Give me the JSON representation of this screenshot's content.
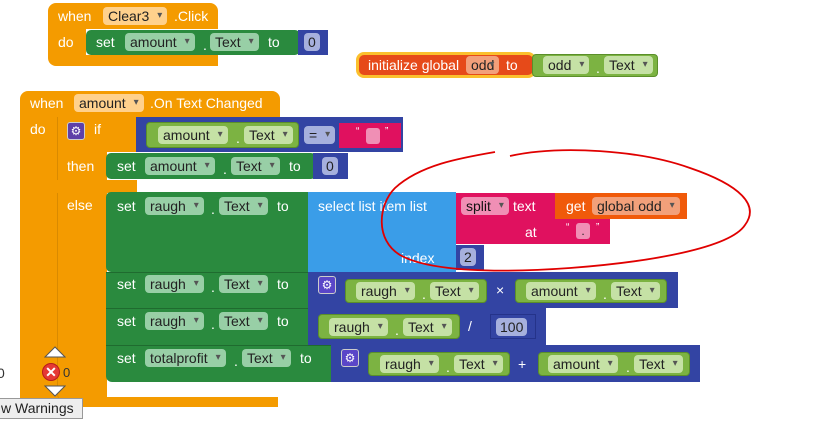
{
  "clear_event": {
    "when": "when",
    "component": "Clear3",
    "event": ".Click",
    "do": "do",
    "set": "set",
    "target": "amount",
    "prop": "Text",
    "to": "to",
    "value": "0"
  },
  "init_global": {
    "label": "initialize global",
    "name": "odd",
    "to": "to",
    "component": "odd",
    "prop": "Text"
  },
  "change_event": {
    "when": "when",
    "component": "amount",
    "event": ".On Text Changed",
    "do": "do"
  },
  "if_block": {
    "if": "if",
    "then": "then",
    "else": "else",
    "cmp_component": "amount",
    "cmp_prop": "Text",
    "op": "=",
    "str_open": "“",
    "str_close": "”"
  },
  "then_set": {
    "set": "set",
    "target": "amount",
    "prop": "Text",
    "to": "to",
    "value": "0"
  },
  "else_set1": {
    "set": "set",
    "target": "raugh",
    "prop": "Text",
    "to": "to",
    "select": "select list item  list",
    "index": "index",
    "index_value": "2",
    "split": "split",
    "text": "text",
    "get": "get",
    "var": "global odd",
    "at": "at",
    "sep": "."
  },
  "else_set2": {
    "set": "set",
    "target": "raugh",
    "prop": "Text",
    "to": "to",
    "a": "raugh",
    "a_prop": "Text",
    "op": "×",
    "b": "amount",
    "b_prop": "Text"
  },
  "else_set3": {
    "set": "set",
    "target": "raugh",
    "prop": "Text",
    "to": "to",
    "a": "raugh",
    "a_prop": "Text",
    "op": "/",
    "b": "100"
  },
  "else_set4": {
    "set": "set",
    "target": "totalprofit",
    "prop": "Text",
    "to": "to",
    "a": "raugh",
    "a_prop": "Text",
    "op": "+",
    "b": "amount",
    "b_prop": "Text"
  },
  "dot": ".",
  "warnings": {
    "left_count": "0",
    "error_count": "0",
    "button": "w Warnings"
  },
  "colors": {
    "event": "#f49b00",
    "setter": "#2a8a3e",
    "getter": "#7cb342",
    "math": "#3344a3",
    "list": "#3a9de8",
    "text": "#e0115f",
    "annotation": "#e00000"
  }
}
